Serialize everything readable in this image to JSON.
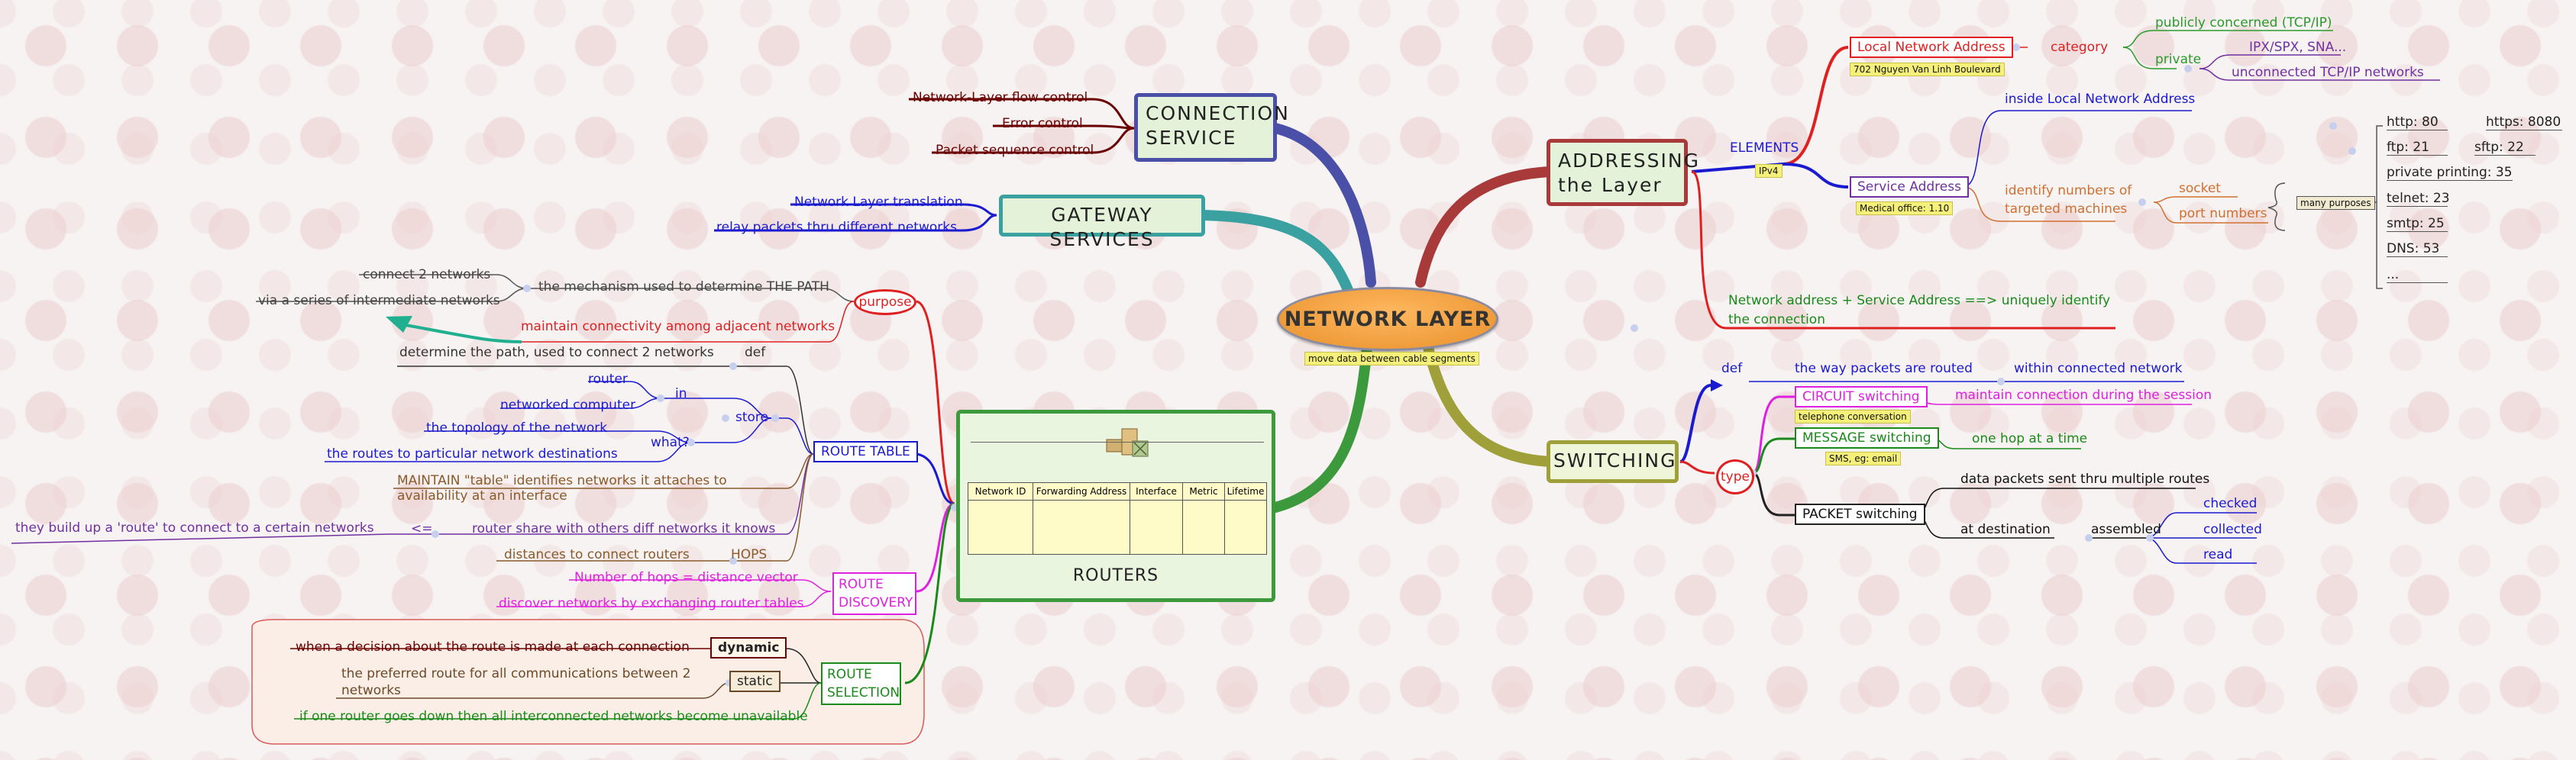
{
  "center": {
    "title": "NETWORK LAYER",
    "note": "move data between cable segments"
  },
  "connection_service": {
    "title": "CONNECTION SERVICE",
    "items": [
      "Network-Layer flow control",
      "Error control",
      "Packet sequence control"
    ]
  },
  "gateway_services": {
    "title": "GATEWAY SERVICES",
    "items": [
      "Network Layer translation",
      "relay packets thru different networks"
    ]
  },
  "routers": {
    "title": "ROUTERS",
    "table_headers": [
      "Network ID",
      "Forwarding Address",
      "Interface",
      "Metric",
      "Lifetime"
    ],
    "purpose": {
      "label": "purpose",
      "path_text": "the mechanism used to determine THE PATH",
      "connect": "connect 2 networks",
      "via": "via a series of intermediate networks",
      "maintain": "maintain connectivity among adjacent networks"
    },
    "route_table": {
      "label": "ROUTE TABLE",
      "def_label": "def",
      "def_text": "determine the path, used to connect 2 networks",
      "store_label": "store",
      "in_label": "in",
      "in_items": [
        "router",
        "networked computer"
      ],
      "what_label": "what?",
      "what_items": [
        "the topology of the network",
        "the routes to particular network destinations"
      ],
      "maintain": "MAINTAIN \"table\" identifies networks it attaches to availability at an interface",
      "share": "router share with others diff networks it knows",
      "arrow": "<=",
      "build": "they build up a 'route' to connect to a certain networks",
      "distances": "distances to connect routers",
      "hops": "HOPS"
    },
    "route_discovery": {
      "label": "ROUTE DISCOVERY",
      "items": [
        "Number of hops = distance vector",
        "discover networks by exchanging router tables"
      ]
    },
    "route_selection": {
      "label": "ROUTE SELECTION",
      "dynamic": "dynamic",
      "dynamic_text": "when a decision about the route is made at each connection",
      "static": "static",
      "static_text": "the preferred route for all communications between 2 networks",
      "failure": "if one router goes down then all interconnected networks become unavailable"
    }
  },
  "addressing": {
    "title": "ADDRESSING the Layer",
    "elements": "ELEMENTS",
    "elements_tag": "IPv4",
    "local": {
      "label": "Local Network Address",
      "tag": "702 Nguyen Van Linh Boulevard",
      "category": "category",
      "public": "publicly concerned (TCP/IP)",
      "private": "private",
      "private_items": [
        "IPX/SPX, SNA...",
        "unconnected TCP/IP networks"
      ]
    },
    "service": {
      "label": "Service Address",
      "tag": "Medical office: 1.10",
      "inside": "inside Local Network Address",
      "identify": "identify numbers of targeted machines",
      "socket": "socket",
      "port_numbers": "port numbers",
      "many": "many purposes",
      "ports": [
        "http: 80",
        "https: 8080",
        "ftp: 21",
        "sftp: 22",
        "private printing: 35",
        "telnet: 23",
        "smtp: 25",
        "DNS: 53",
        "..."
      ]
    },
    "combined": "Network address + Service Address ==> uniquely identify the connection"
  },
  "switching": {
    "title": "SWITCHING",
    "def_label": "def",
    "def_text": "the way packets are routed",
    "within": "within connected network",
    "type_label": "type",
    "circuit": "CIRCUIT switching",
    "circuit_tag": "telephone conversation",
    "circuit_text": "maintain connection during the session",
    "message": "MESSAGE switching",
    "message_tag": "SMS, eg: email",
    "message_text": "one hop at a time",
    "packet": "PACKET switching",
    "packet_text": "data packets sent thru multiple routes",
    "destination": "at destination",
    "assembled": "assembled",
    "assembled_items": [
      "checked",
      "collected",
      "read"
    ]
  },
  "colors": {
    "connection": "#4a4fa8",
    "gateway": "#3aa0a0",
    "routers": "#3c9a3c",
    "addressing": "#a83a3a",
    "switching": "#a0a03a",
    "center_fill": "#f0a048"
  }
}
